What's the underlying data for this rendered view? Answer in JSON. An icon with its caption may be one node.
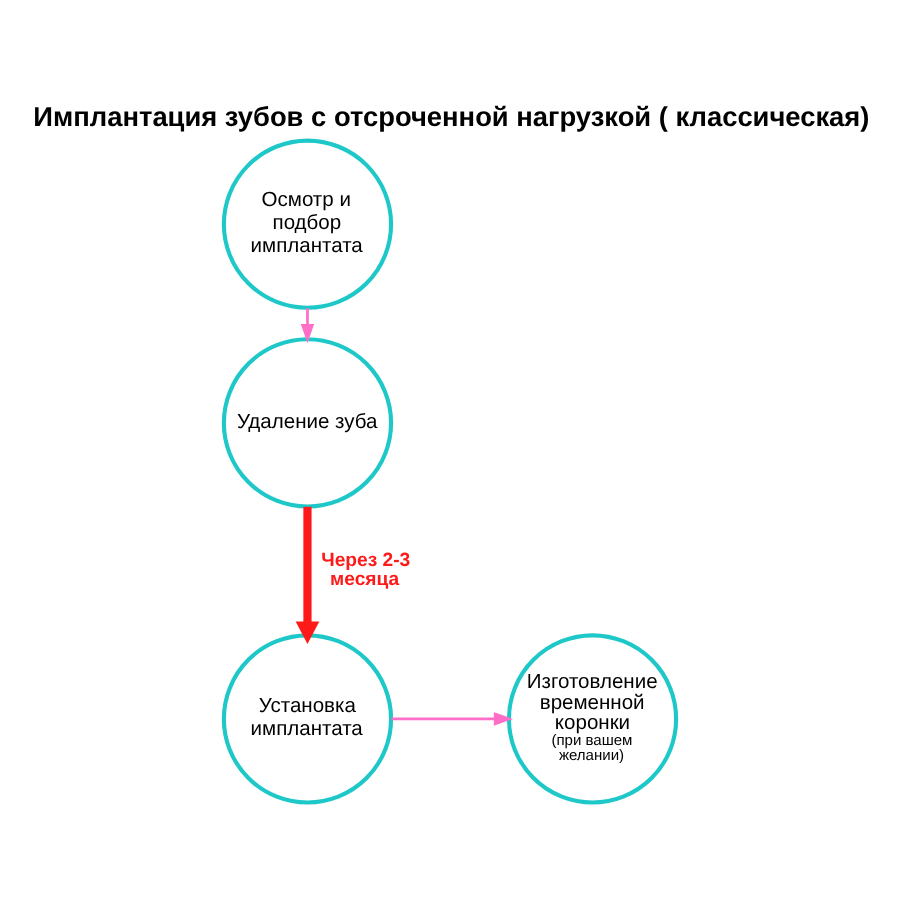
{
  "diagram": {
    "title": "Имплантация зубов с отсроченной нагрузкой ( классическая)",
    "nodes": [
      {
        "text": [
          "Осмотр и подбор имплантата"
        ]
      },
      {
        "text": [
          "Удаление зуба"
        ]
      },
      {
        "text": [
          "Установка имплантата"
        ]
      },
      {
        "text": [
          "Изготовление временной коронки",
          "(при вашем желании)"
        ]
      }
    ],
    "edges": [
      {
        "from": 0,
        "to": 1,
        "arrow": "to"
      },
      {
        "from": 1,
        "to": 2,
        "arrow": "to",
        "label": "Через 2-3 месяца",
        "style": "thick",
        "color": "#ff1a1a"
      },
      {
        "from": 2,
        "to": 3,
        "arrow": "to"
      }
    ]
  }
}
